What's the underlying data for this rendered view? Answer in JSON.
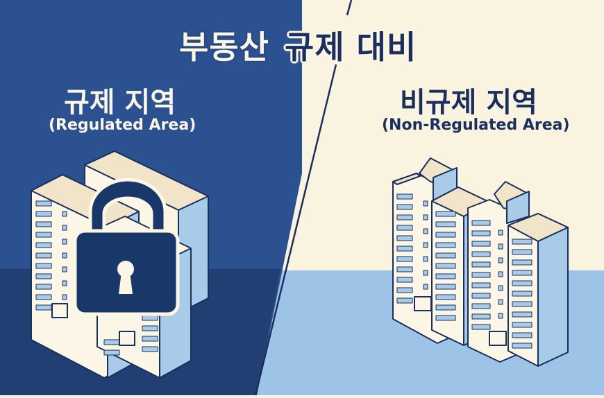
{
  "title": {
    "part_left": "부동산",
    "part_right": "규제 대비",
    "full": "부동산 규제 대비"
  },
  "left_panel": {
    "heading": "규제 지역",
    "subheading": "(Regulated Area)",
    "icon": "padlock-icon",
    "illustration": "locked-apartment-buildings"
  },
  "right_panel": {
    "heading": "비규제 지역",
    "subheading": "(Non-Regulated Area)",
    "illustration": "apartment-buildings"
  },
  "colors": {
    "left_bg": "#2c5190",
    "left_floor": "#213f73",
    "right_bg": "#f9f3e0",
    "right_floor": "#9dc4e6",
    "dark_navy": "#1a2f5c",
    "cream": "#fbf6e6",
    "building_side": "#a9cbea"
  }
}
